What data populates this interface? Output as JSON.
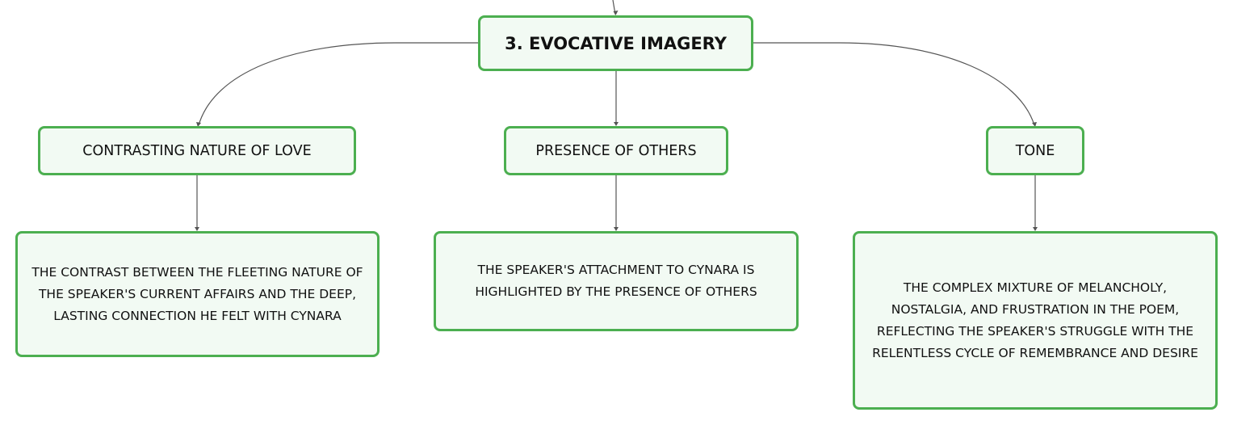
{
  "root": {
    "label": "3. EVOCATIVE IMAGERY"
  },
  "topics": [
    {
      "label": "CONTRASTING NATURE OF LOVE",
      "detail": "THE CONTRAST BETWEEN THE FLEETING NATURE OF THE SPEAKER'S CURRENT AFFAIRS AND THE DEEP, LASTING CONNECTION HE FELT WITH CYNARA"
    },
    {
      "label": "PRESENCE OF OTHERS",
      "detail": "THE SPEAKER'S ATTACHMENT TO CYNARA IS HIGHLIGHTED BY THE PRESENCE OF OTHERS"
    },
    {
      "label": "TONE",
      "detail": "THE COMPLEX MIXTURE OF MELANCHOLY, NOSTALGIA, AND FRUSTRATION IN THE POEM, REFLECTING THE SPEAKER'S STRUGGLE WITH THE RELENTLESS CYCLE OF REMEMBRANCE AND DESIRE"
    }
  ],
  "colors": {
    "node_border": "#4caf50",
    "node_fill": "#f2faf3",
    "connector": "#555555"
  }
}
